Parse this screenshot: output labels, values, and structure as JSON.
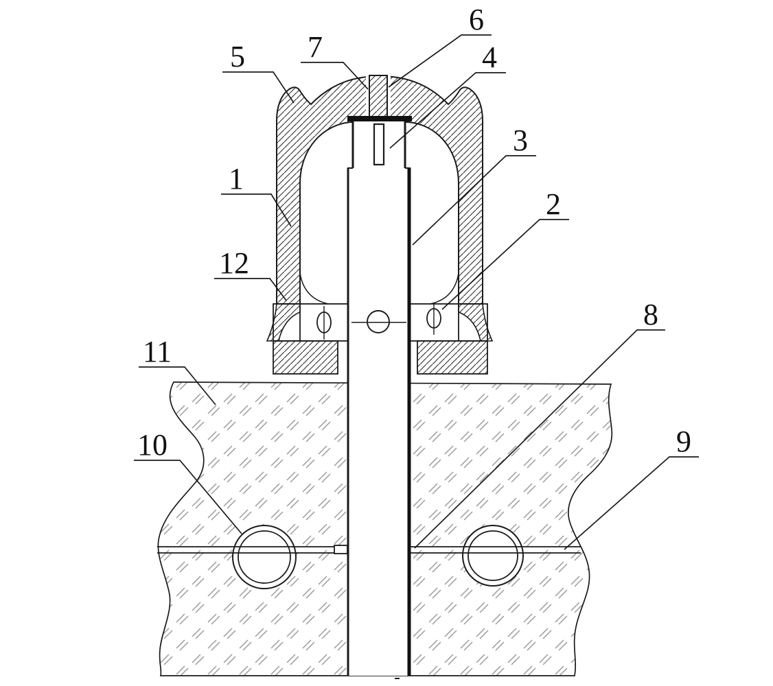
{
  "figure": {
    "type": "patent-cross-section-diagram",
    "background": "#ffffff",
    "ink": "#1a1a1a",
    "metal_hatch_color": "#2b2b2b",
    "ground_hatch_color": "#9b9b9b",
    "callouts": [
      {
        "label": "5"
      },
      {
        "label": "7"
      },
      {
        "label": "6"
      },
      {
        "label": "4"
      },
      {
        "label": "3"
      },
      {
        "label": "2"
      },
      {
        "label": "1"
      },
      {
        "label": "12"
      },
      {
        "label": "11"
      },
      {
        "label": "10"
      },
      {
        "label": "8"
      },
      {
        "label": "9"
      }
    ]
  }
}
